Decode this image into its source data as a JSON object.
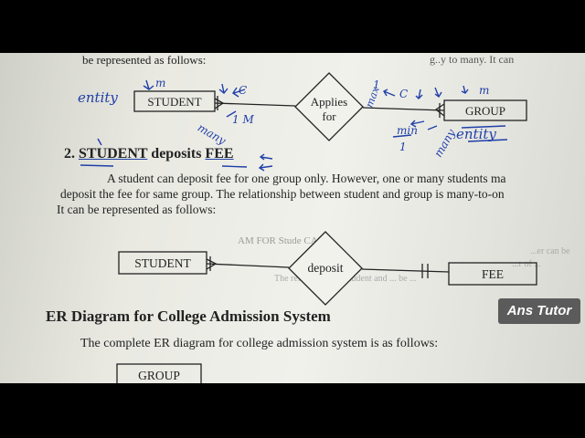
{
  "page": {
    "intro_fragment": "be represented as follows:",
    "top_right_fragment": "g..y to many. It can",
    "section2_number": "2.",
    "section2_word1": "STUDENT",
    "section2_word2": "deposits",
    "section2_word3": "FEE",
    "para_line1": "A student can deposit fee for one group only. However, one or many students ma",
    "para_line2": "deposit the fee for same group. The relationship between student and group is many-to-on",
    "para_line3": "It can be represented as follows:",
    "heading": "ER Diagram for College Admission System",
    "para2": "The complete ER diagram for college admission system is as follows:",
    "faded_mid": "AM FOR Stude CAR",
    "faded_right1": "...er can be",
    "faded_right2": "...r of ...",
    "faded_right3": "The relationship ... student and ... be ..."
  },
  "diagram1": {
    "entity_left": "STUDENT",
    "relation_line1": "Applies",
    "relation_line2": "for",
    "entity_right": "GROUP"
  },
  "diagram2": {
    "entity_left": "STUDENT",
    "relation": "deposit",
    "entity_right": "FEE"
  },
  "diagram3": {
    "entity": "GROUP"
  },
  "annotations": {
    "entity_left": "entity",
    "m_left": "m",
    "c_mark": "C",
    "one_m": "1 M",
    "many": "many",
    "one_top": "1",
    "max": "max",
    "c_right": "C",
    "m_right": "m",
    "min": "min",
    "one_bottom": "1",
    "many_right": "many",
    "entity_right": "entity"
  },
  "watermark": "Ans Tutor"
}
